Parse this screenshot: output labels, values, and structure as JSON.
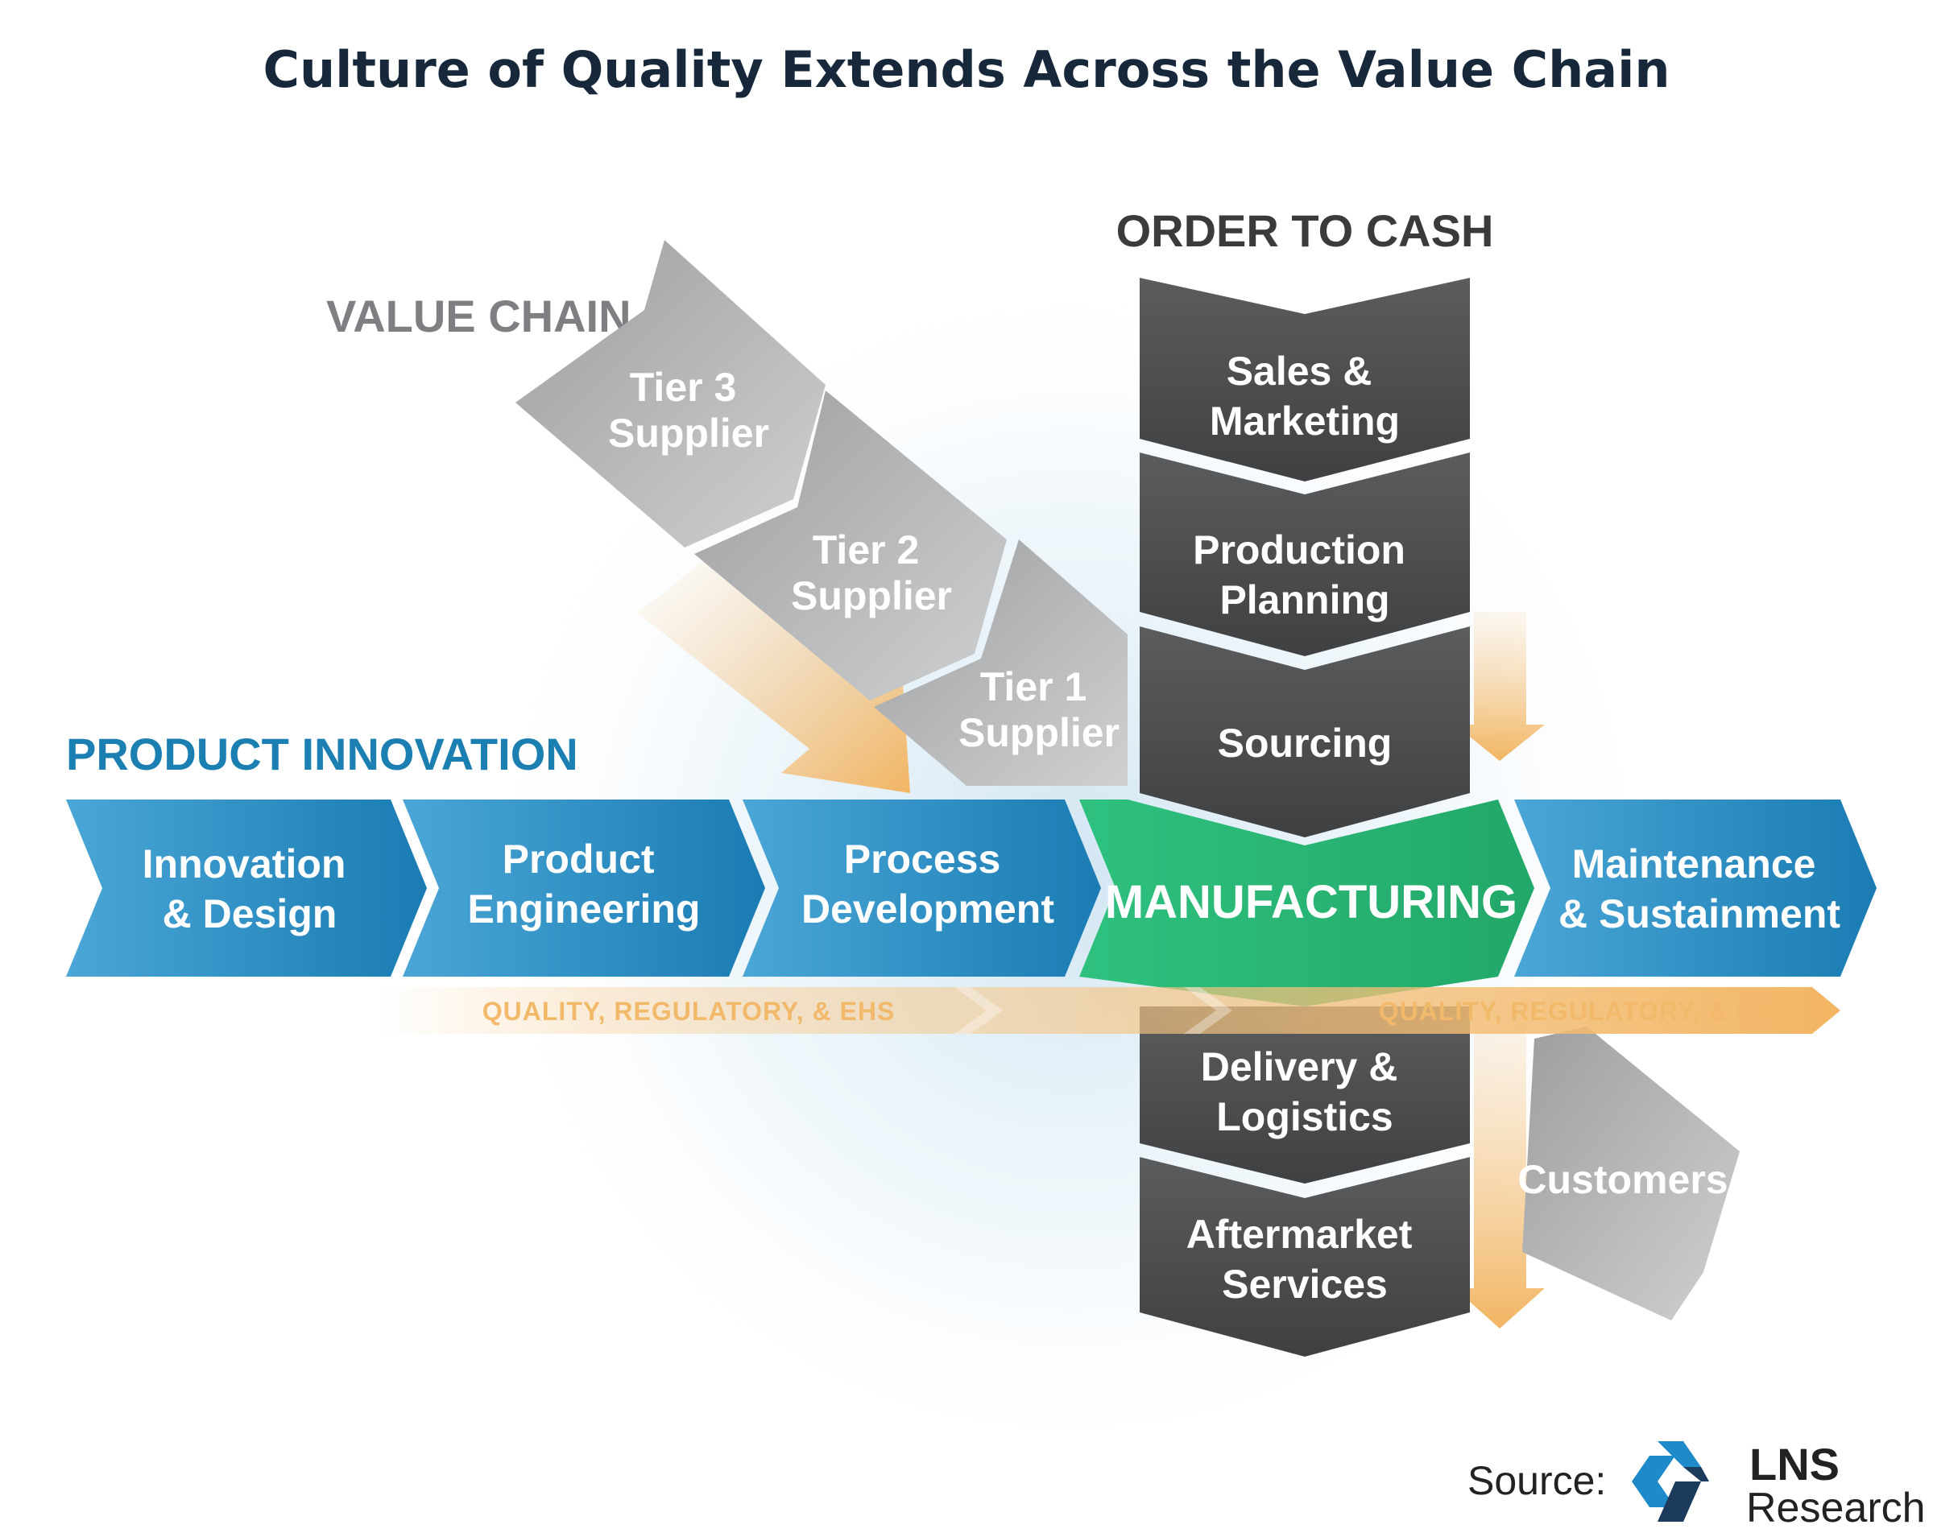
{
  "title": "Culture of Quality Extends Across the Value Chain",
  "labels": {
    "value_chain": "VALUE CHAIN",
    "order_to_cash": "ORDER TO CASH",
    "product_innovation": "PRODUCT INNOVATION"
  },
  "suppliers": {
    "tier3": [
      "Tier 3",
      "Supplier"
    ],
    "tier2": [
      "Tier 2",
      "Supplier"
    ],
    "tier1": [
      "Tier 1",
      "Supplier"
    ]
  },
  "order_to_cash": {
    "sales": [
      "Sales &",
      "Marketing"
    ],
    "planning": [
      "Production",
      "Planning"
    ],
    "sourcing": [
      "Sourcing"
    ],
    "delivery": [
      "Delivery &",
      "Logistics"
    ],
    "aftermarket": [
      "Aftermarket",
      "Services"
    ]
  },
  "product_innovation": {
    "innovation": [
      "Innovation",
      "& Design"
    ],
    "engineering": [
      "Product",
      "Engineering"
    ],
    "process": [
      "Process",
      "Development"
    ],
    "manufacturing": "MANUFACTURING",
    "maintenance": [
      "Maintenance",
      "& Sustainment"
    ]
  },
  "customers": "Customers",
  "quality_label": "QUALITY, REGULATORY, & EHS",
  "source": {
    "label": "Source:",
    "brand_primary": "LNS",
    "brand_secondary": "Research"
  },
  "colors": {
    "title": "#17283a",
    "blue_label": "#1b7fb2",
    "gray_label": "#7d7f82",
    "dark_label": "#3a3b3d",
    "stage_blue": "#2b8cc4",
    "manufacturing_green": "#27b673",
    "dark_chevron": "#4d4e50",
    "supplier_gray": "#a9aaac",
    "quality_orange": "#f2b96a",
    "logo_blue": "#1e8ac9",
    "logo_navy": "#1b3a5c"
  }
}
